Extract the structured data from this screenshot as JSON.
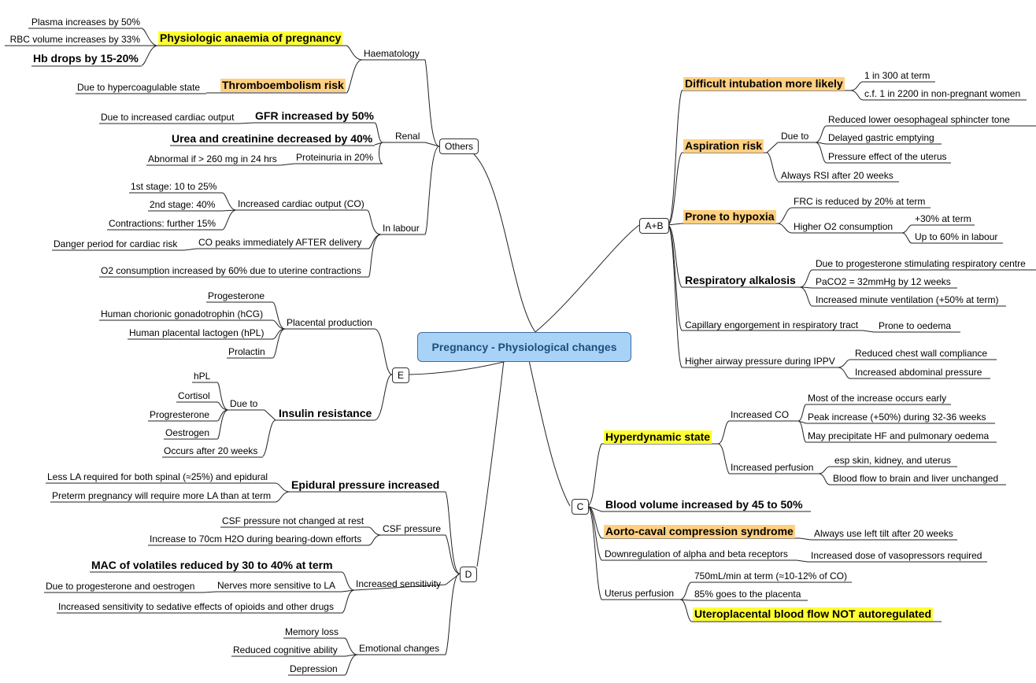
{
  "root": {
    "title": "Pregnancy - Physiological changes"
  },
  "groups": {
    "others": "Others",
    "ab": "A+B",
    "e": "E",
    "d": "D",
    "c": "C"
  },
  "others": {
    "haematology": "Haematology",
    "plasma": "Plasma increases by 50%",
    "rbc": "RBC volume increases by 33%",
    "anaemia": "Physiologic anaemia of pregnancy",
    "hb": "Hb drops by 15-20%",
    "hypercoag": "Due to hypercoagulable state",
    "thrombo": "Thromboembolism risk",
    "renal": "Renal",
    "co_due": "Due to increased cardiac output",
    "gfr": "GFR increased by 50%",
    "urea": "Urea and creatinine decreased by 40%",
    "abnormal": "Abnormal if > 260 mg in 24 hrs",
    "proteinuria": "Proteinuria in 20%",
    "inlabour": "In labour",
    "stage1": "1st stage: 10 to 25%",
    "stage2": "2nd stage: 40%",
    "contractions": "Contractions: further 15%",
    "incco": "Increased cardiac output (CO)",
    "danger": "Danger period for cardiac risk",
    "copeaks": "CO peaks immediately AFTER delivery",
    "o2": "O2 consumption increased by 60% due to uterine contractions"
  },
  "e": {
    "placental": "Placental production",
    "progesterone": "Progesterone",
    "hcg": "Human chorionic gonadotrophin (hCG)",
    "hpl_full": "Human placental lactogen (hPL)",
    "prolactin": "Prolactin",
    "insulin": "Insulin resistance",
    "dueto": "Due to",
    "hpl": "hPL",
    "cortisol": "Cortisol",
    "progresterone": "Progresterone",
    "oestrogen": "Oestrogen",
    "after20": "Occurs after 20 weeks"
  },
  "d": {
    "epidural": "Epidural pressure increased",
    "lessla": "Less LA required for both spinal (≈25%) and epidural",
    "preterm": "Preterm pregnancy will require more LA than at term",
    "csf": "CSF pressure",
    "csfrest": "CSF pressure not changed at rest",
    "csf70": "Increase to 70cm H2O during bearing-down efforts",
    "sens": "Increased sensitivity",
    "mac": "MAC of volatiles reduced by 30 to 40% at term",
    "nerves": "Nerves more sensitive to LA",
    "progoest": "Due to progesterone and oestrogen",
    "sedative": "Increased sensitivity to sedative effects of opioids and other drugs",
    "emotional": "Emotional changes",
    "memory": "Memory loss",
    "cognitive": "Reduced cognitive ability",
    "depression": "Depression"
  },
  "ab": {
    "intub": "Difficult intubation more likely",
    "in300": "1 in 300 at term",
    "cf2200": "c.f. 1 in 2200 in non-pregnant women",
    "aspiration": "Aspiration risk",
    "dueto": "Due to",
    "sphincter": "Reduced lower oesophageal sphincter tone",
    "gastric": "Delayed gastric emptying",
    "uterus": "Pressure effect of the uterus",
    "rsi": "Always RSI after 20 weeks",
    "hypoxia": "Prone to hypoxia",
    "frc": "FRC is reduced by 20% at term",
    "higho2": "Higher O2 consumption",
    "p30": "+30% at term",
    "p60": "Up to 60% in labour",
    "alkalosis": "Respiratory alkalosis",
    "progstim": "Due to progesterone stimulating respiratory centre",
    "paco2": "PaCO2 = 32mmHg by 12 weeks",
    "minvent": "Increased minute ventilation (+50% at term)",
    "capillary": "Capillary engorgement in respiratory tract",
    "oedema": "Prone to oedema",
    "airway": "Higher airway pressure during IPPV",
    "chestwall": "Reduced chest wall compliance",
    "abdo": "Increased abdominal pressure"
  },
  "c": {
    "hyper": "Hyperdynamic state",
    "incco": "Increased CO",
    "early": "Most of the increase occurs early",
    "peak": "Peak increase (+50%) during 32-36 weeks",
    "hf": "May precipitate HF and pulmonary oedema",
    "perf": "Increased perfusion",
    "skin": "esp skin, kidney, and uterus",
    "brain": "Blood flow to brain and liver unchanged",
    "bloodvol": "Blood volume increased by 45 to 50%",
    "aorto": "Aorto-caval compression syndrome",
    "tilt": "Always use left tilt after 20 weeks",
    "downreg": "Downregulation of alpha and beta receptors",
    "vaso": "Increased dose of vasopressors required",
    "uterusperf": "Uterus perfusion",
    "ml750": "750mL/min at term (≈10-12% of CO)",
    "p85": "85% goes to the placenta",
    "notauto": "Uteroplacental blood flow NOT autoregulated"
  }
}
